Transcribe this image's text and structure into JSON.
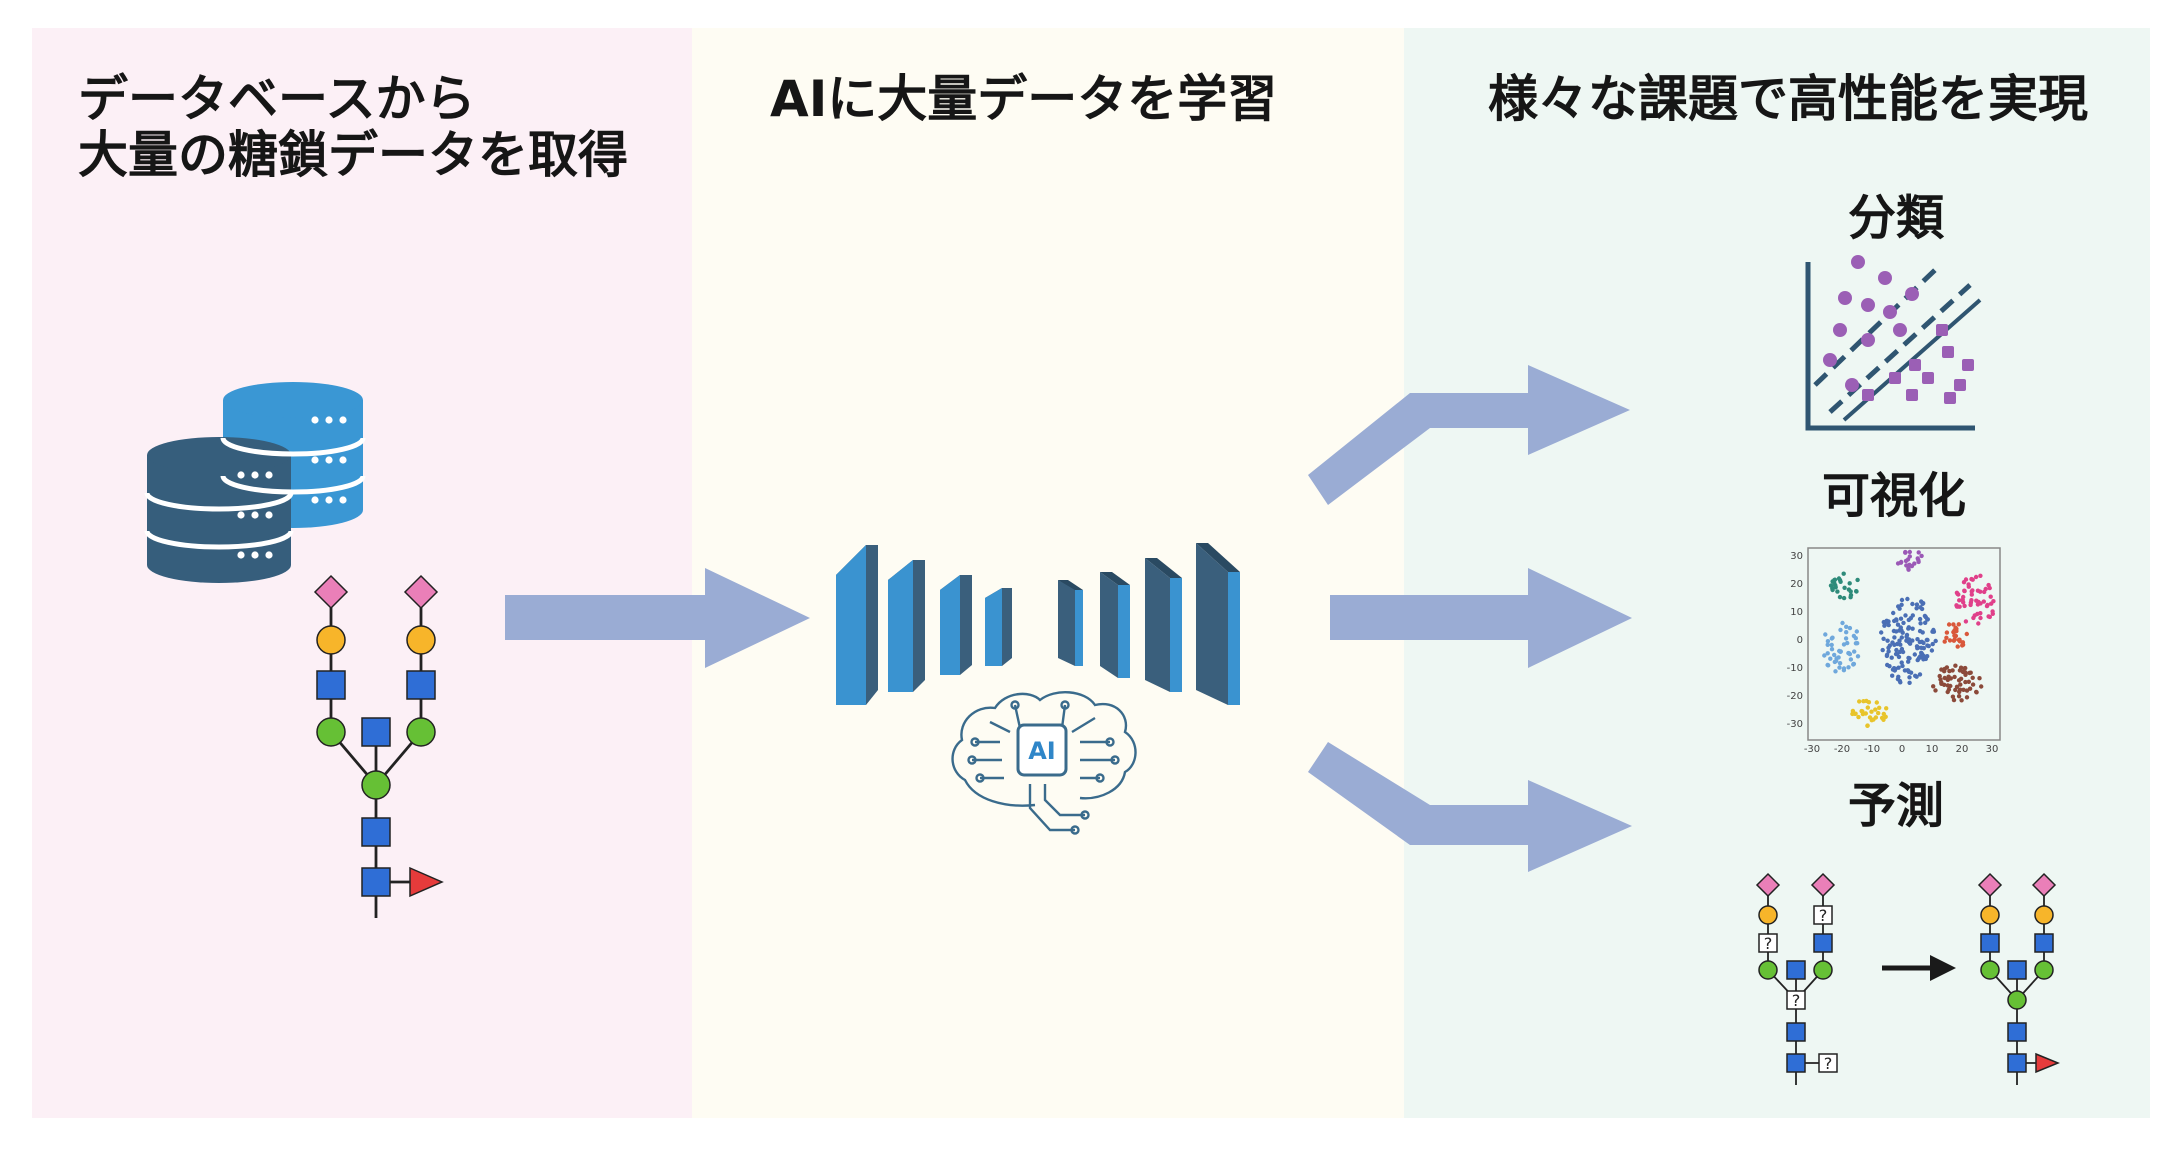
{
  "panels": {
    "data": {
      "title_line1": "データベースから",
      "title_line2": "大量の糖鎖データを取得"
    },
    "learn": {
      "title": "AIに大量データを学習",
      "brain_label": "AI"
    },
    "results": {
      "title": "様々な課題で高性能を実現",
      "classification": "分類",
      "visualization": "可視化",
      "prediction": "予測"
    }
  },
  "tsne_plot": {
    "y_ticks": [
      "30",
      "20",
      "10",
      "0",
      "-10",
      "-20",
      "-30"
    ],
    "x_ticks": [
      "-30",
      "-20",
      "-10",
      "0",
      "10",
      "20",
      "30"
    ],
    "cluster_colors": [
      "#2e8b7a",
      "#9b59b6",
      "#e0408a",
      "#6fa8dc",
      "#4a6fb5",
      "#d9583b",
      "#8b4a3a",
      "#e8c42a"
    ]
  },
  "unknown_marker": "?",
  "colors": {
    "arrow": "#9aacd4",
    "db_dark": "#365e7c",
    "db_light": "#3a97d4",
    "nn_dark": "#3a5f7c",
    "nn_light": "#3a93d0",
    "glycan_square": "#2f6ed6",
    "glycan_circle_green": "#66c035",
    "glycan_circle_yellow": "#f7b52a",
    "glycan_diamond": "#ea7fb8",
    "glycan_triangle": "#e63b3b",
    "class_purple": "#9b5fb5",
    "class_line": "#2f5571"
  }
}
